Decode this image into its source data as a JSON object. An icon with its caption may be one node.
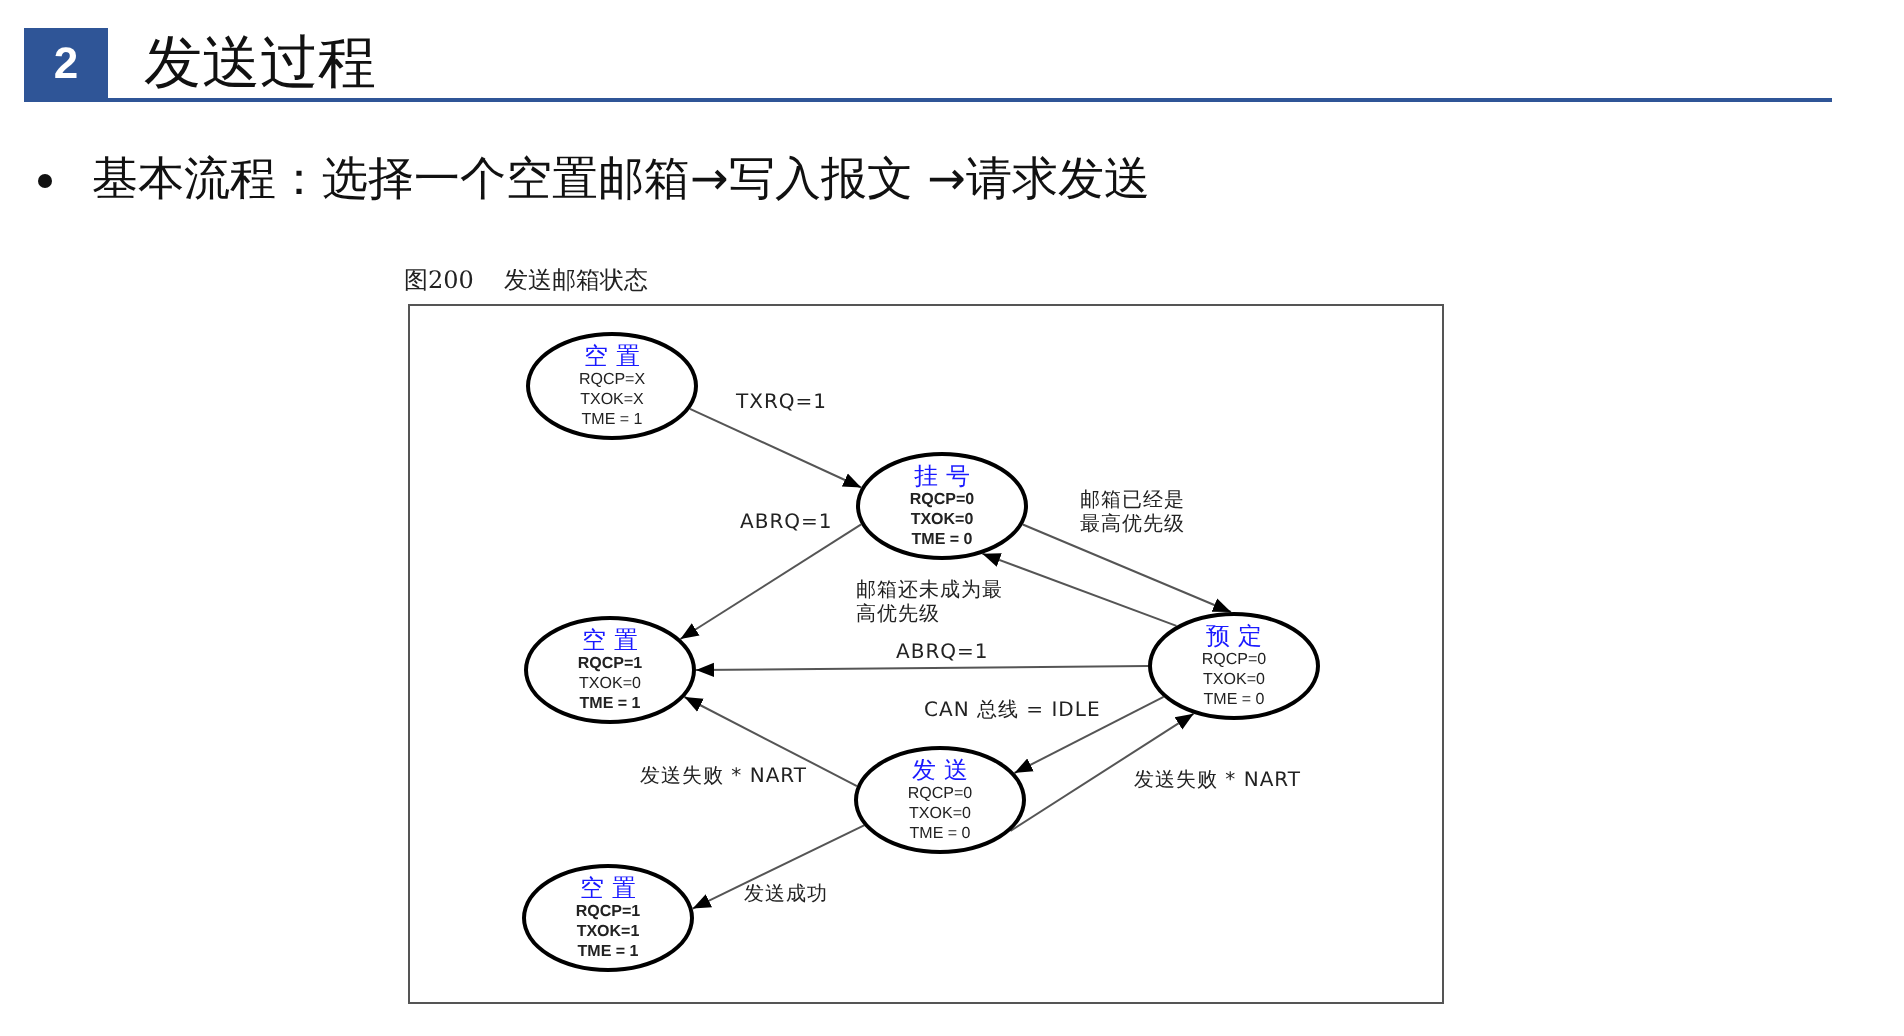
{
  "diagram": {
    "title": "发送过程",
    "nodes": [
      {
        "text": [
          "空 置",
          "RQCP=X",
          "TXOK=X",
          "TME = 1"
        ]
      },
      {
        "text": [
          "挂 号",
          "**RQCP=0**",
          "**TXOK=0**",
          "**TME = 0**"
        ]
      },
      {
        "text": [
          "空 置",
          "**RQCP=1**",
          "TXOK=0",
          "**TME = 1**"
        ]
      },
      {
        "text": [
          "预 定",
          "RQCP=0",
          "TXOK=0",
          "TME = 0"
        ]
      },
      {
        "text": [
          "发 送",
          "RQCP=0",
          "TXOK=0",
          "TME = 0"
        ]
      },
      {
        "text": [
          "空 置",
          "**RQCP=1**",
          "**TXOK=1**",
          "**TME = 1**"
        ]
      }
    ],
    "edges": [
      {
        "from": 0,
        "to": 1,
        "arrow": "to",
        "label": "TXRQ=1"
      },
      {
        "from": 1,
        "to": 2,
        "arrow": "to",
        "label": "ABRQ=1"
      },
      {
        "from": 1,
        "to": 3,
        "arrow": "to",
        "label": "邮箱已经是最高优先级"
      },
      {
        "from": 3,
        "to": 1,
        "arrow": "to",
        "label": "邮箱还未成为最高优先级"
      },
      {
        "from": 3,
        "to": 2,
        "arrow": "to",
        "label": "ABRQ=1"
      },
      {
        "from": 3,
        "to": 4,
        "arrow": "to",
        "label": "CAN 总线 = IDLE"
      },
      {
        "from": 4,
        "to": 2,
        "arrow": "to",
        "label": "发送失败 * NART"
      },
      {
        "from": 4,
        "to": 3,
        "arrow": "to",
        "label": "发送失败 * NART"
      },
      {
        "from": 4,
        "to": 5,
        "arrow": "to",
        "label": "发送成功"
      }
    ],
    "labels": [
      "2",
      "基本流程：选择一个空置邮箱→写入报文 →请求发送",
      "图200",
      "发送邮箱状态"
    ]
  }
}
